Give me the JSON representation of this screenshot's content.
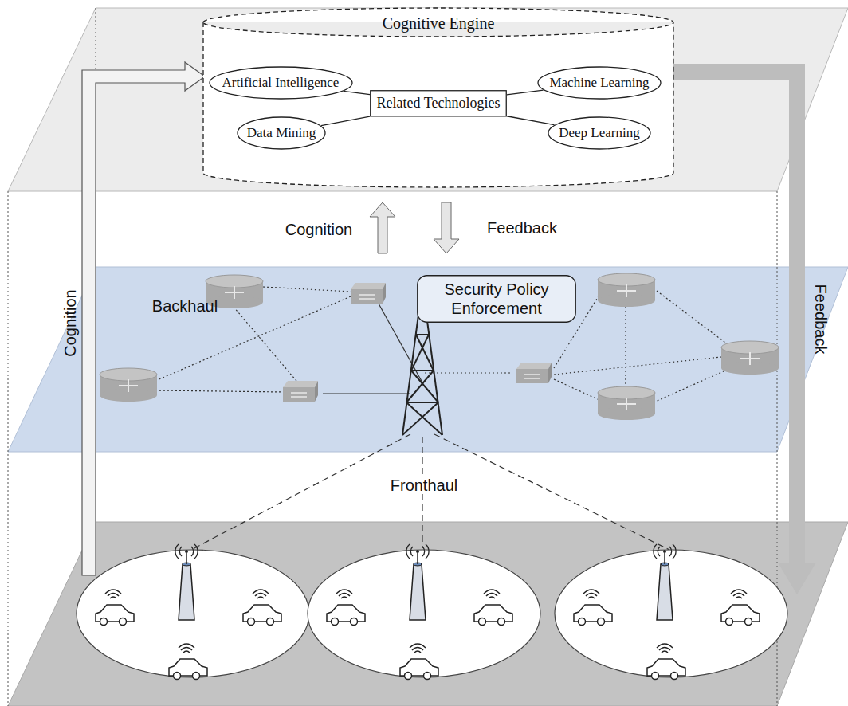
{
  "diagram": {
    "nodes": [
      {
        "text": [
          "Cognitive Engine"
        ]
      },
      {
        "text": [
          "Artificial Intelligence"
        ],
        "in": 0
      },
      {
        "text": [
          "Related Technologies"
        ],
        "in": 0
      },
      {
        "text": [
          "Machine Learning"
        ],
        "in": 0
      },
      {
        "text": [
          "Data Mining"
        ],
        "in": 0
      },
      {
        "text": [
          "Deep Learning"
        ],
        "in": 0
      },
      {
        "text": [
          "Security Policy Enforcement"
        ]
      }
    ],
    "edges": [
      {
        "from": 2,
        "to": 1,
        "arrow": "none"
      },
      {
        "from": 2,
        "to": 3,
        "arrow": "none"
      },
      {
        "from": 2,
        "to": 4,
        "arrow": "none"
      },
      {
        "from": 2,
        "to": 5,
        "arrow": "none"
      }
    ],
    "labels": [
      "Cognition",
      "Feedback",
      "Cognition",
      "Feedback",
      "Backhaul",
      "Fronthaul"
    ]
  }
}
